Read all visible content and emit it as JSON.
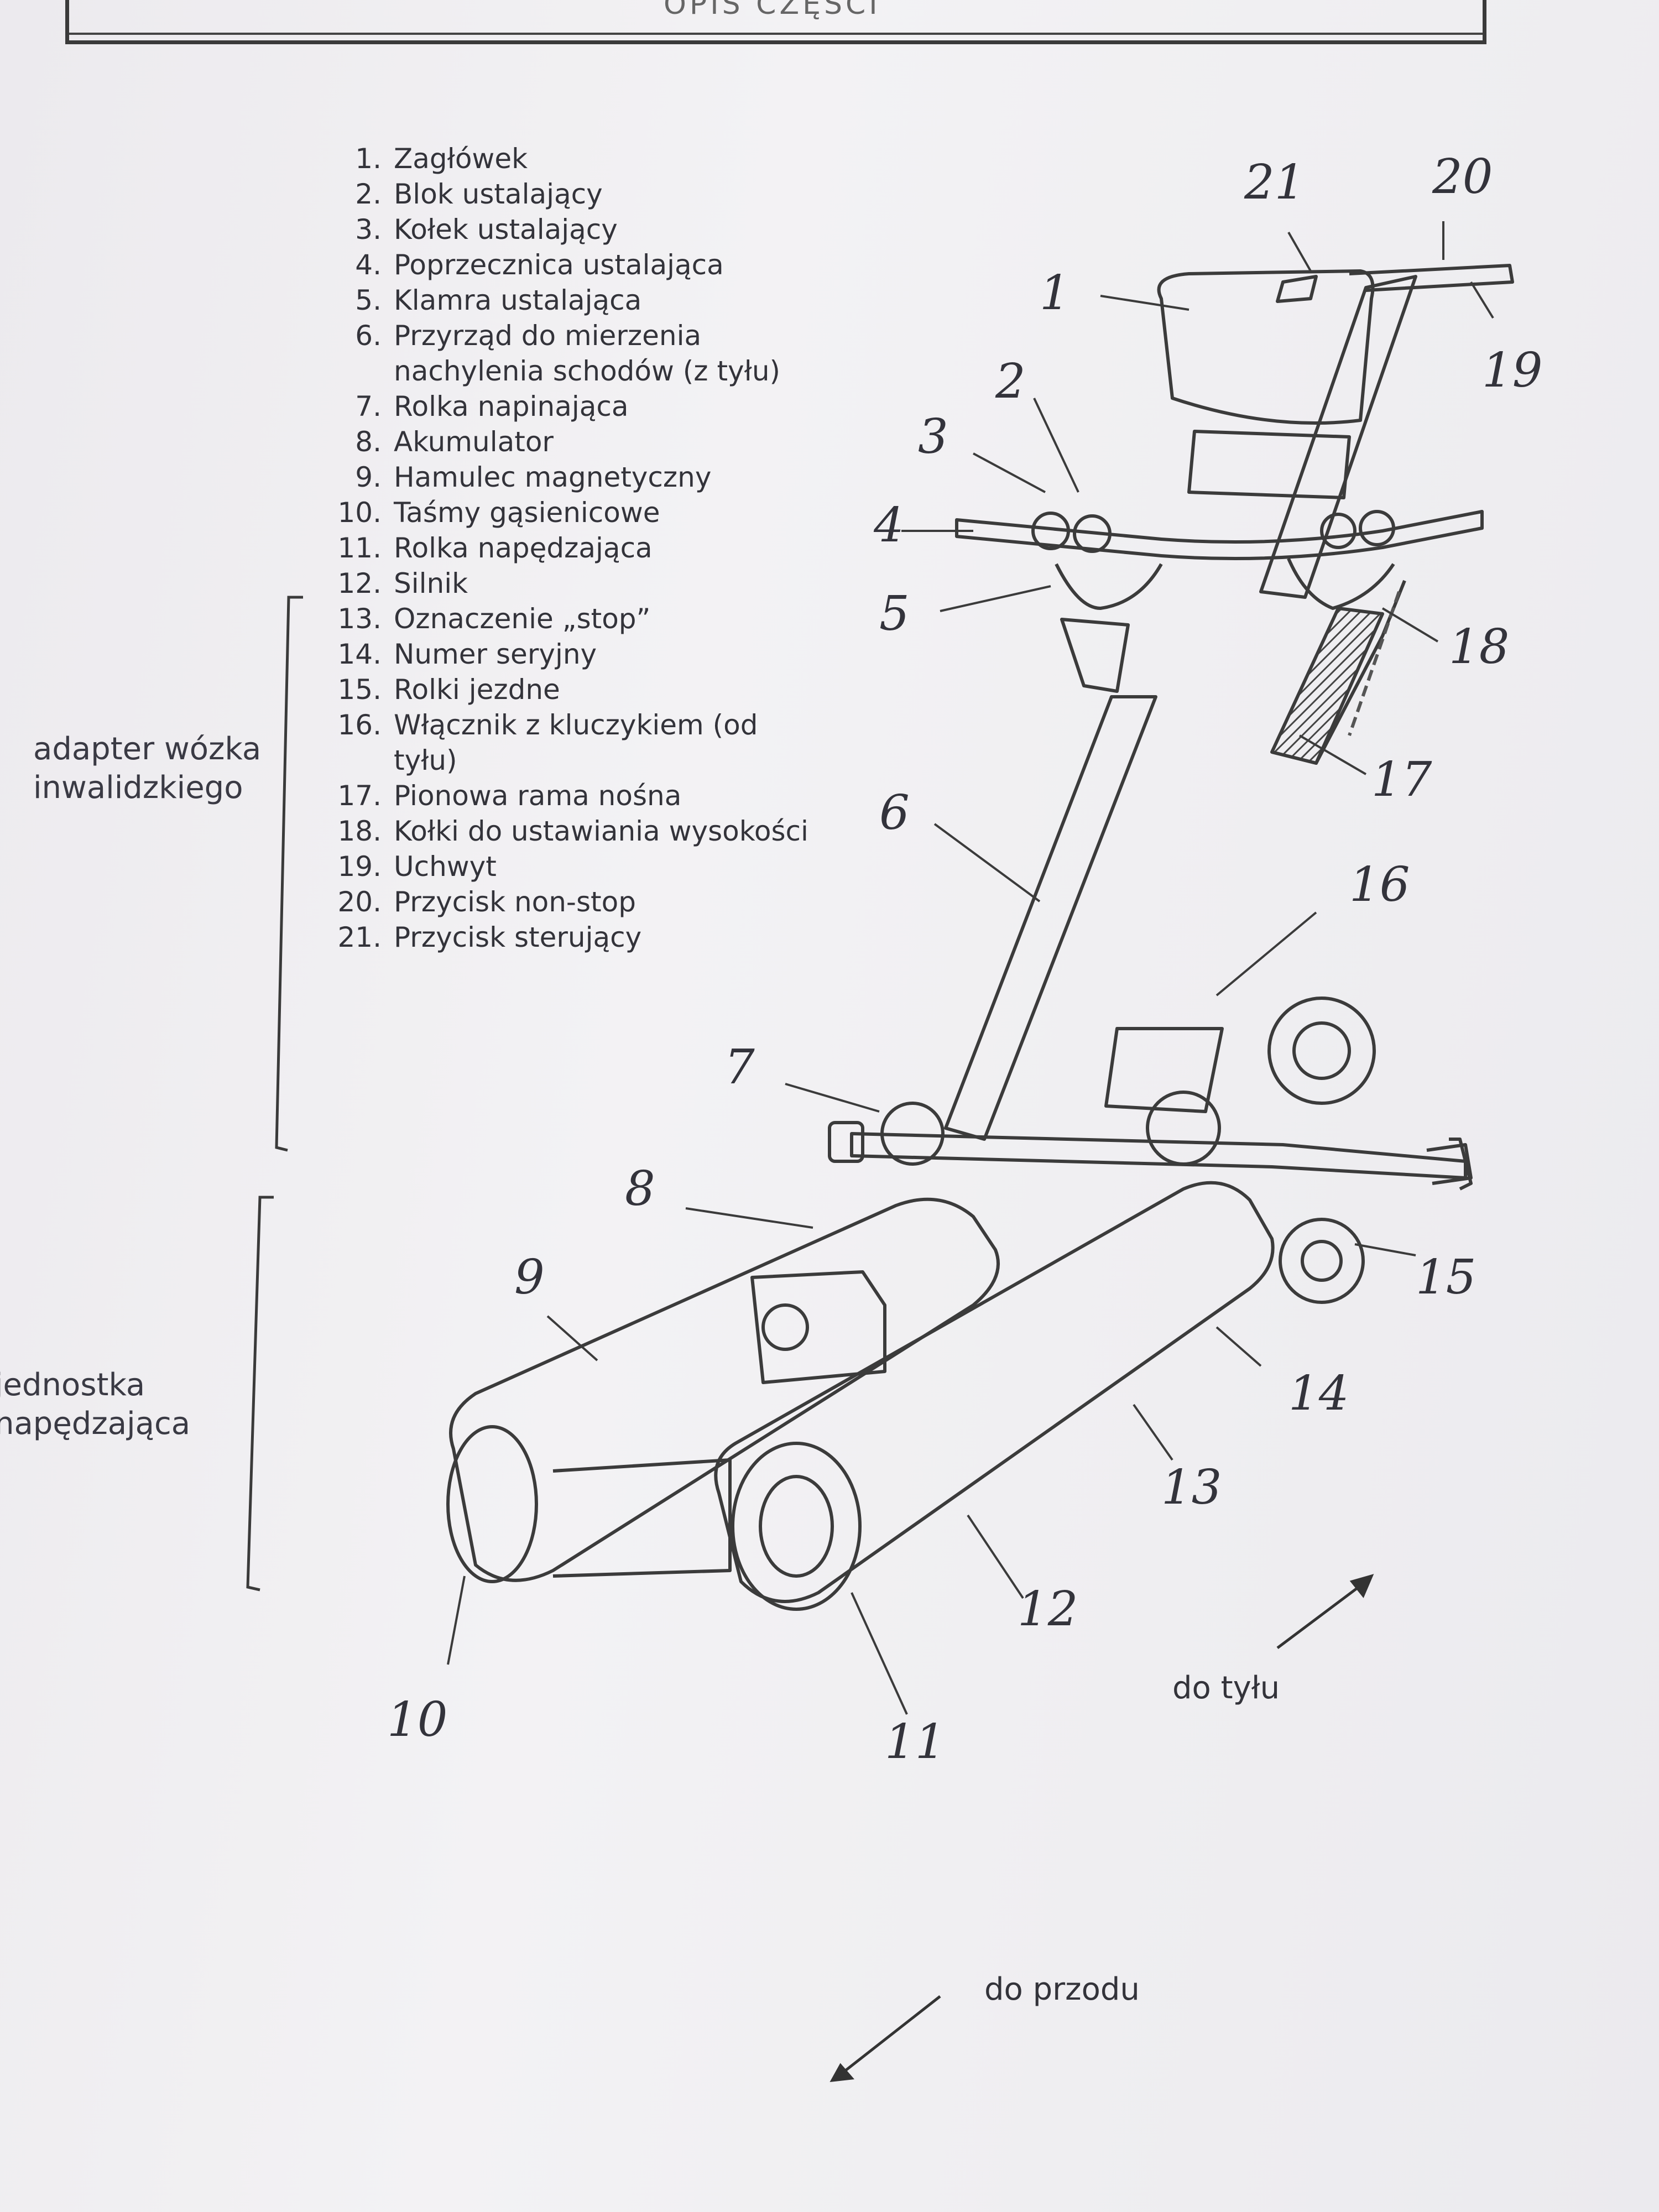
{
  "header": {
    "title": "OPIS CZĘŚCI"
  },
  "parts": [
    {
      "n": "1.",
      "label": "Zagłówek"
    },
    {
      "n": "2.",
      "label": "Blok ustalający"
    },
    {
      "n": "3.",
      "label": "Kołek ustalający"
    },
    {
      "n": "4.",
      "label": "Poprzecznica ustalająca"
    },
    {
      "n": "5.",
      "label": "Klamra ustalająca"
    },
    {
      "n": "6.",
      "label": "Przyrząd do mierzenia nachylenia schodów (z tyłu)"
    },
    {
      "n": "7.",
      "label": "Rolka napinająca"
    },
    {
      "n": "8.",
      "label": "Akumulator"
    },
    {
      "n": "9.",
      "label": "Hamulec magnetyczny"
    },
    {
      "n": "10.",
      "label": "Taśmy gąsienicowe"
    },
    {
      "n": "11.",
      "label": "Rolka napędzająca"
    },
    {
      "n": "12.",
      "label": "Silnik"
    },
    {
      "n": "13.",
      "label": "Oznaczenie „stop”"
    },
    {
      "n": "14.",
      "label": "Numer seryjny"
    },
    {
      "n": "15.",
      "label": "Rolki jezdne"
    },
    {
      "n": "16.",
      "label": "Włącznik z kluczykiem (od tyłu)"
    },
    {
      "n": "17.",
      "label": "Pionowa rama nośna"
    },
    {
      "n": "18.",
      "label": "Kołki do ustawiania wysokości"
    },
    {
      "n": "19.",
      "label": "Uchwyt"
    },
    {
      "n": "20.",
      "label": "Przycisk non-stop"
    },
    {
      "n": "21.",
      "label": "Przycisk sterujący"
    }
  ],
  "groups": {
    "adapter": "adapter wózka inwalidzkiego",
    "drive": "jednostka napędzająca"
  },
  "directions": {
    "back": "do tyłu",
    "front": "do przodu"
  },
  "callouts": [
    "1",
    "2",
    "3",
    "4",
    "5",
    "6",
    "7",
    "8",
    "9",
    "10",
    "11",
    "12",
    "13",
    "14",
    "15",
    "16",
    "17",
    "18",
    "19",
    "20",
    "21"
  ]
}
